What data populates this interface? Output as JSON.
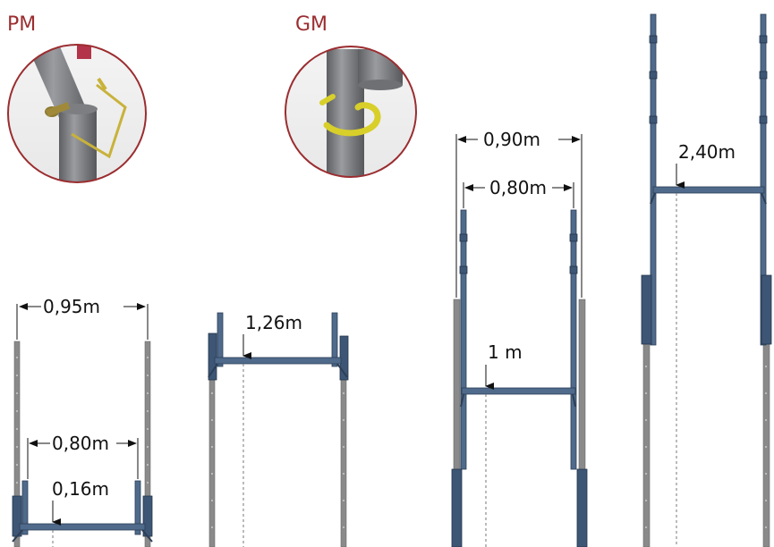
{
  "detail_labels": {
    "pm": "PM",
    "gm": "GM"
  },
  "frames": [
    {
      "id": "frame-1",
      "width_outer": "0,95m",
      "width_inner": "0,80m",
      "beam_height": "0,16m"
    },
    {
      "id": "frame-2",
      "beam_height": "1,26m"
    },
    {
      "id": "frame-3",
      "width_outer": "0,90m",
      "width_inner": "0,80m",
      "beam_height": "1 m"
    },
    {
      "id": "frame-4",
      "beam_height": "2,40m"
    }
  ],
  "colors": {
    "title": "#9b2d30",
    "steel_blue": "#4f6a8a",
    "steel_grey": "#8a8a8a",
    "pin_yellow": "#d8cf2a",
    "circle_border": "#9b2d30"
  }
}
